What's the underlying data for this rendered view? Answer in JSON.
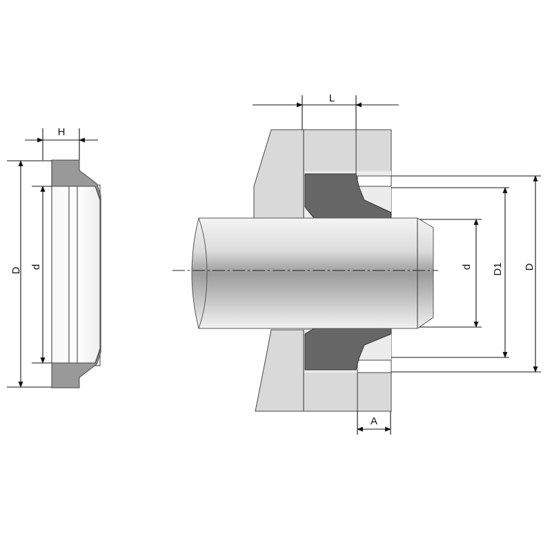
{
  "labels": {
    "section_width": "H",
    "section_outer_diameter": "D",
    "section_inner_diameter": "d",
    "groove_length": "L",
    "rod_diameter": "d",
    "groove_diameter": "D1",
    "housing_diameter": "D",
    "step_width": "A"
  },
  "colors": {
    "background": "#ffffff",
    "housing": "#d9d9d9",
    "seal": "#666666",
    "seal_section": "#999999",
    "outline": "#444444",
    "dimension_line": "#111111"
  }
}
